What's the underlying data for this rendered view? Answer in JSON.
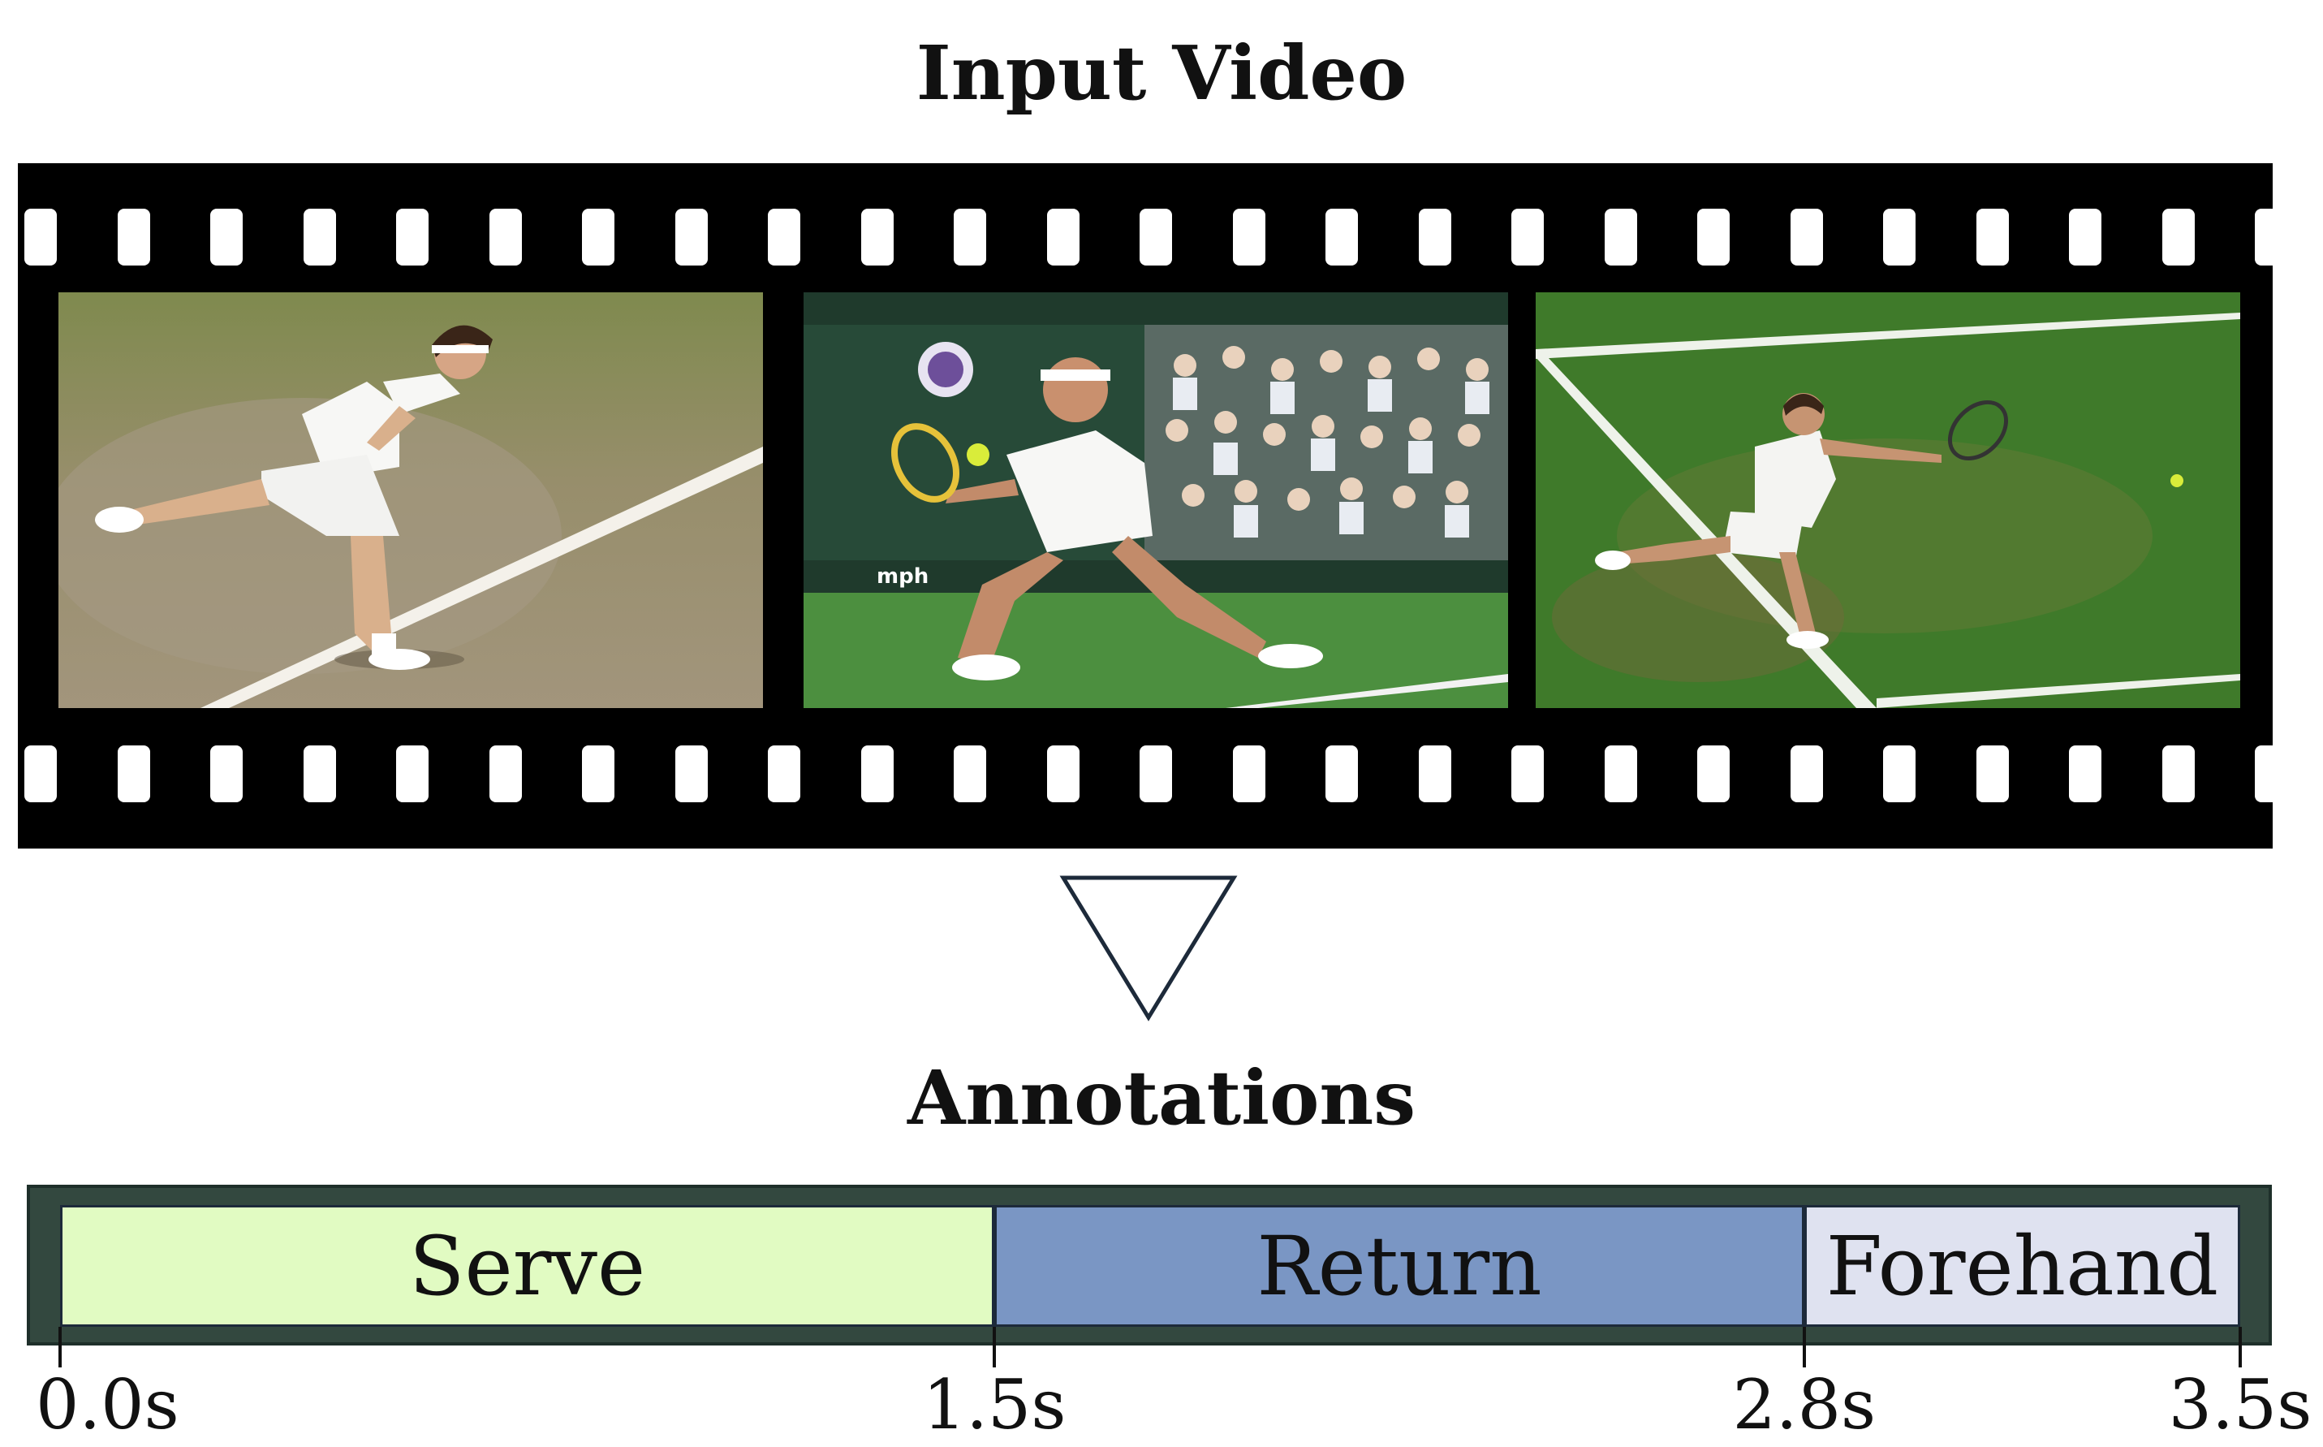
{
  "titles": {
    "input": "Input Video",
    "annotations": "Annotations"
  },
  "frames": [
    {
      "name": "frame-serve",
      "scene": "clay-court player serving"
    },
    {
      "name": "frame-return",
      "scene": "grass-court player returning with crowd"
    },
    {
      "name": "frame-forehand",
      "scene": "grass-court player stretching forehand"
    }
  ],
  "annotations": {
    "segments": [
      {
        "label": "Serve",
        "start": 0.0,
        "end": 1.5,
        "color": "#e1fbc2"
      },
      {
        "label": "Return",
        "start": 1.5,
        "end": 2.8,
        "color": "#7a96c4"
      },
      {
        "label": "Forehand",
        "start": 2.8,
        "end": 3.5,
        "color": "#dfe2f0"
      }
    ],
    "ticks": [
      "0.0s",
      "1.5s",
      "2.8s",
      "3.5s"
    ],
    "bar_color": "#33483f"
  }
}
